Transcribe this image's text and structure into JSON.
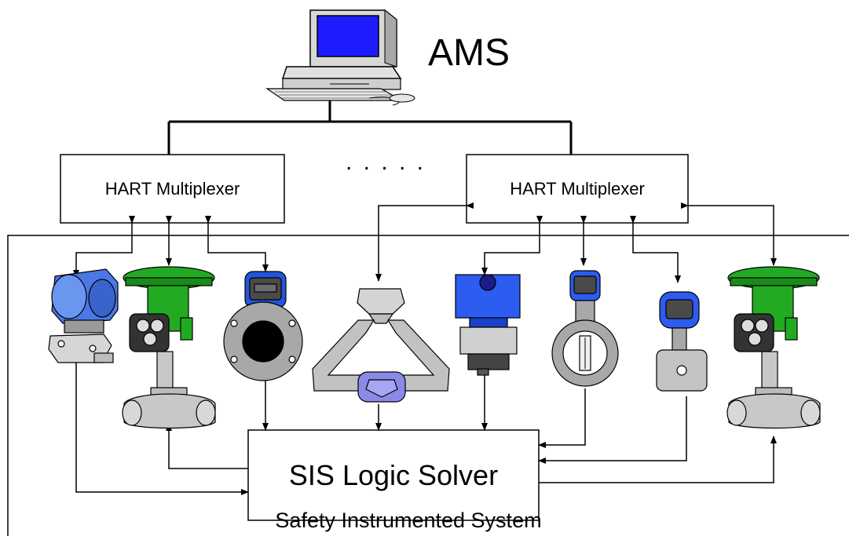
{
  "workstation": {
    "label": "AMS"
  },
  "multiplexers": [
    {
      "label": "HART Multiplexer"
    },
    {
      "label": "HART Multiplexer"
    }
  ],
  "ellipsis": ". . . . .",
  "logic_solver": {
    "label": "SIS Logic Solver"
  },
  "system": {
    "label": "Safety Instrumented System"
  },
  "devices": [
    {
      "icon": "pressure-transmitter-icon"
    },
    {
      "icon": "control-valve-icon"
    },
    {
      "icon": "magnetic-flowmeter-icon"
    },
    {
      "icon": "coriolis-flowmeter-icon"
    },
    {
      "icon": "valve-controller-icon"
    },
    {
      "icon": "vortex-flowmeter-icon"
    },
    {
      "icon": "level-transmitter-icon"
    },
    {
      "icon": "control-valve-icon"
    }
  ],
  "colors": {
    "device_blue": "#4a78e6",
    "device_green": "#22aa22",
    "screen_blue": "#1c1cff",
    "device_gray": "#c4c4c4",
    "coriolis_purple": "#8a8ae6"
  }
}
